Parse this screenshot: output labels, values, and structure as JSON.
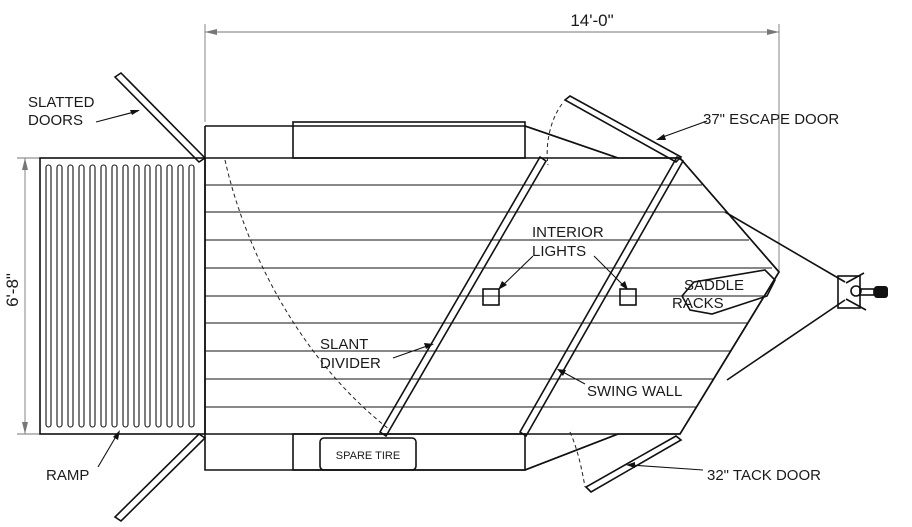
{
  "dimensions": {
    "length": "14'-0\"",
    "width": "6'-8\""
  },
  "labels": {
    "slatted_doors_line1": "SLATTED",
    "slatted_doors_line2": "DOORS",
    "escape_door": "37\" ESCAPE DOOR",
    "interior_lights_line1": "INTERIOR",
    "interior_lights_line2": "LIGHTS",
    "saddle_racks_line1": "SADDLE",
    "saddle_racks_line2": "RACKS",
    "slant_divider_line1": "SLANT",
    "slant_divider_line2": "DIVIDER",
    "swing_wall": "SWING WALL",
    "spare_tire": "SPARE TIRE",
    "ramp": "RAMP",
    "tack_door": "32\" TACK DOOR"
  }
}
